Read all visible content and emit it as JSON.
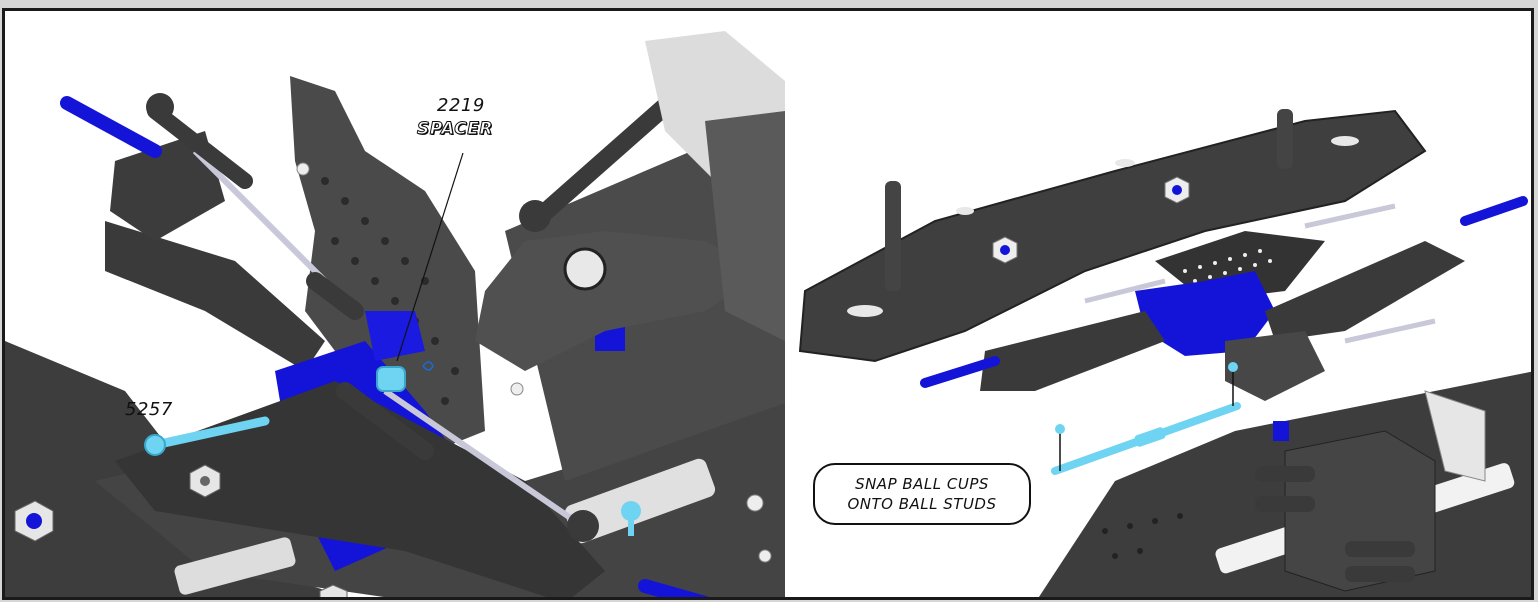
{
  "callouts": {
    "spacer_number": "2219",
    "spacer_label": "SPACER",
    "screw_number": "5257"
  },
  "note": {
    "line1": "SNAP BALL CUPS",
    "line2": "ONTO BALL STUDS"
  },
  "colors": {
    "carbon": "#4a4a4a",
    "carbon_dark": "#2e2e2e",
    "anodized_blue": "#1414d8",
    "highlight_part": "#6fd3f2",
    "silver": "#c8c8d8",
    "chassis_plate": "#3d3d3d"
  }
}
